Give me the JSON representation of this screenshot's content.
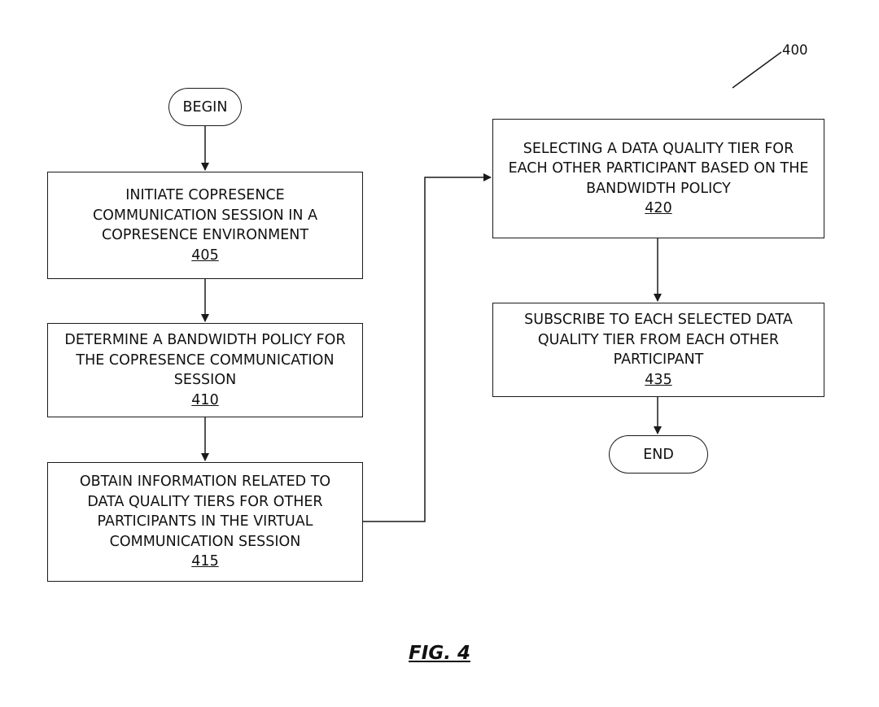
{
  "figure_ref": "400",
  "figure_label": "FIG. 4",
  "begin_label": "BEGIN",
  "end_label": "END",
  "steps": [
    {
      "lines": [
        "INITIATE COPRESENCE",
        "COMMUNICATION SESSION IN A",
        "COPRESENCE ENVIRONMENT"
      ],
      "ref": "405"
    },
    {
      "lines": [
        "DETERMINE A BANDWIDTH POLICY FOR",
        "THE COPRESENCE COMMUNICATION",
        "SESSION"
      ],
      "ref": "410"
    },
    {
      "lines": [
        "OBTAIN INFORMATION RELATED TO",
        "DATA QUALITY TIERS FOR OTHER",
        "PARTICIPANTS IN THE VIRTUAL",
        "COMMUNICATION SESSION"
      ],
      "ref": "415"
    },
    {
      "lines": [
        "SELECTING A DATA QUALITY TIER FOR",
        "EACH OTHER PARTICIPANT BASED ON THE",
        "BANDWIDTH POLICY"
      ],
      "ref": "420"
    },
    {
      "lines": [
        "SUBSCRIBE TO EACH SELECTED DATA",
        "QUALITY TIER FROM EACH OTHER",
        "PARTICIPANT"
      ],
      "ref": "435"
    }
  ]
}
